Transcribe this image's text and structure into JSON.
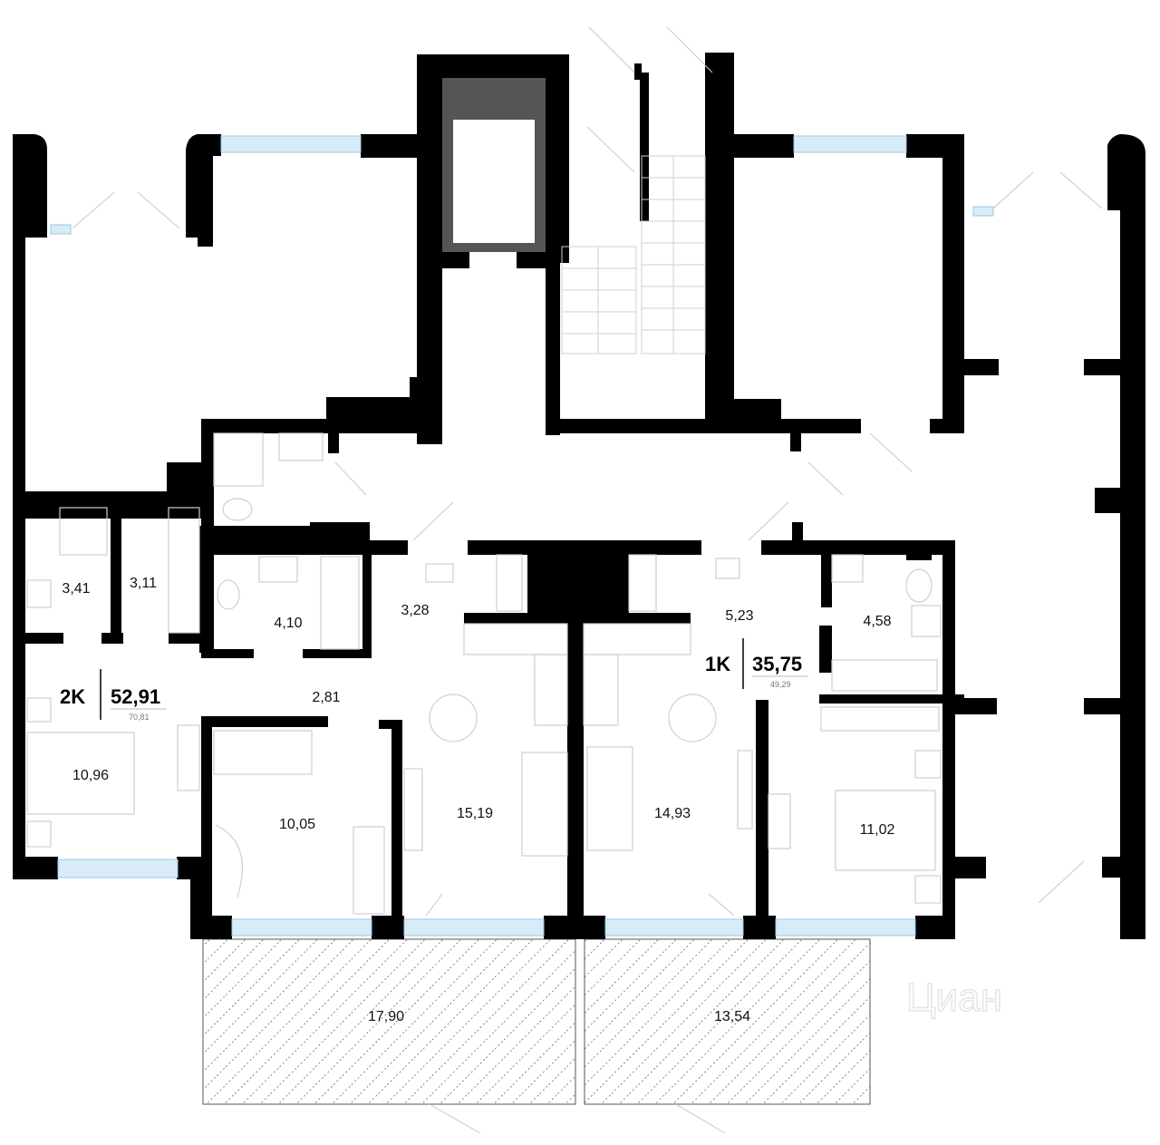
{
  "colors": {
    "wall": "#000000",
    "window": "#d8ecf7",
    "shaft": "#555555",
    "furniture": "#cfcfcf"
  },
  "apartments": [
    {
      "type": "2K",
      "area": "52,91",
      "total": "70,81"
    },
    {
      "type": "1K",
      "area": "35,75",
      "total": "49,29"
    }
  ],
  "rooms": {
    "r341": "3,41",
    "r311": "3,11",
    "r410": "4,10",
    "r328": "3,28",
    "r523": "5,23",
    "r458": "4,58",
    "r281": "2,81",
    "r1096": "10,96",
    "r1005": "10,05",
    "r1519": "15,19",
    "r1493": "14,93",
    "r1102": "11,02",
    "r1790": "17,90",
    "r1354": "13,54"
  },
  "watermark": "Циан"
}
